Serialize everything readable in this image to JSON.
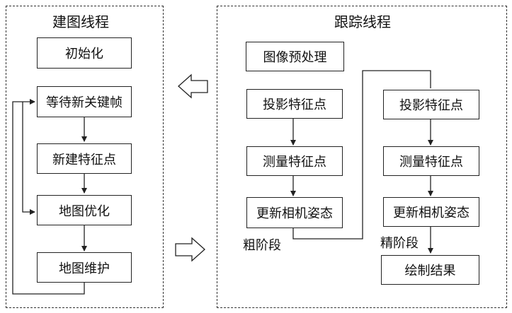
{
  "build_thread": {
    "title": "建图线程",
    "steps": [
      "初始化",
      "等待新关键帧",
      "新建特征点",
      "地图优化",
      "地图维护"
    ]
  },
  "tracking_thread": {
    "title": "跟踪线程",
    "preprocess": "图像预处理",
    "coarse_steps": [
      "投影特征点",
      "测量特征点",
      "更新相机姿态"
    ],
    "fine_steps": [
      "投影特征点",
      "测量特征点",
      "更新相机姿态"
    ],
    "coarse_label": "粗阶段",
    "fine_label": "精阶段",
    "draw_result": "绘制结果"
  }
}
